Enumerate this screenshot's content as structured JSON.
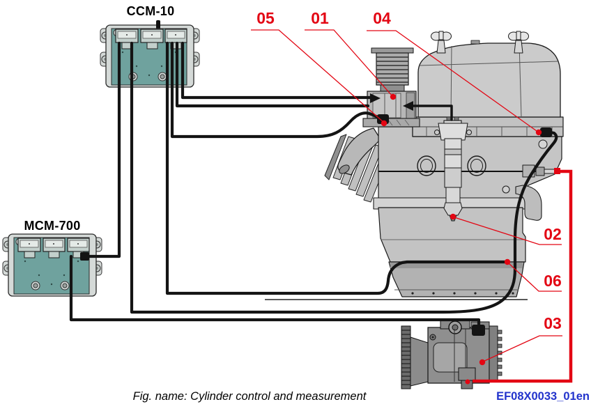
{
  "figure": {
    "modules": {
      "ccm": {
        "title": "CCM-10"
      },
      "mcm": {
        "title": "MCM-700"
      }
    },
    "callouts": [
      {
        "id": "05",
        "text": "05"
      },
      {
        "id": "01",
        "text": "01"
      },
      {
        "id": "04",
        "text": "04"
      },
      {
        "id": "02",
        "text": "02"
      },
      {
        "id": "06",
        "text": "06"
      },
      {
        "id": "03",
        "text": "03"
      }
    ],
    "caption": "Fig. name: Cylinder control and measurement",
    "doc_code": "EF08X0033_01en",
    "colors": {
      "callout_red": "#e30613",
      "cable_black": "#141414",
      "cable_red": "#e30613",
      "module_face_teal": "#6fa29e",
      "module_frame_gray": "#d5dad8",
      "engine_gray": "#c6c6c6",
      "code_blue": "#2233cc"
    }
  }
}
